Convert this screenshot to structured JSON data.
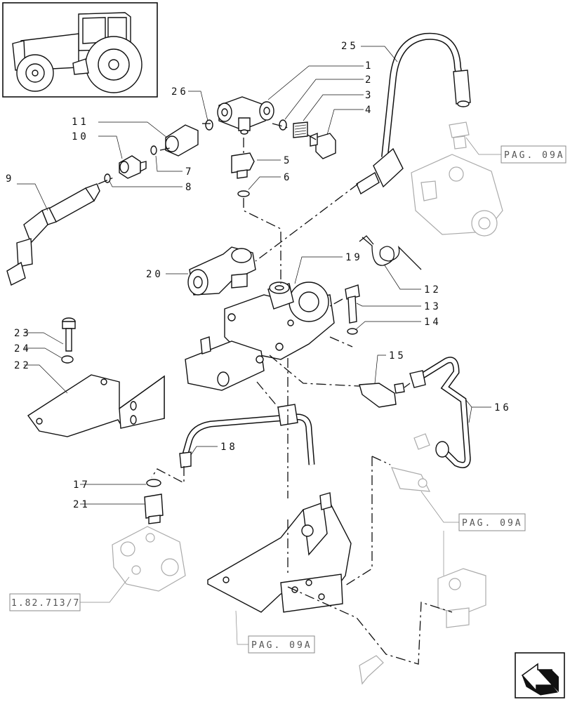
{
  "callouts": {
    "c1": "1",
    "c2": "2",
    "c3": "3",
    "c4": "4",
    "c5": "5",
    "c6": "6",
    "c7": "7",
    "c8": "8",
    "c9": "9",
    "c10": "10",
    "c11": "11",
    "c12": "12",
    "c13": "13",
    "c14": "14",
    "c15": "15",
    "c16": "16",
    "c17": "17",
    "c18": "18",
    "c19": "19",
    "c20": "20",
    "c21": "21",
    "c22": "22",
    "c23": "23",
    "c24": "24",
    "c25": "25",
    "c26": "26"
  },
  "references": {
    "pag_top": "PAG. 09A",
    "pag_mid": "PAG. 09A",
    "pag_bottom": "PAG. 09A",
    "section_ref": "1.82.713/7"
  },
  "icons": {
    "thumbnail": "tractor-thumbnail-icon",
    "nav": "next-page-arrow-icon"
  }
}
